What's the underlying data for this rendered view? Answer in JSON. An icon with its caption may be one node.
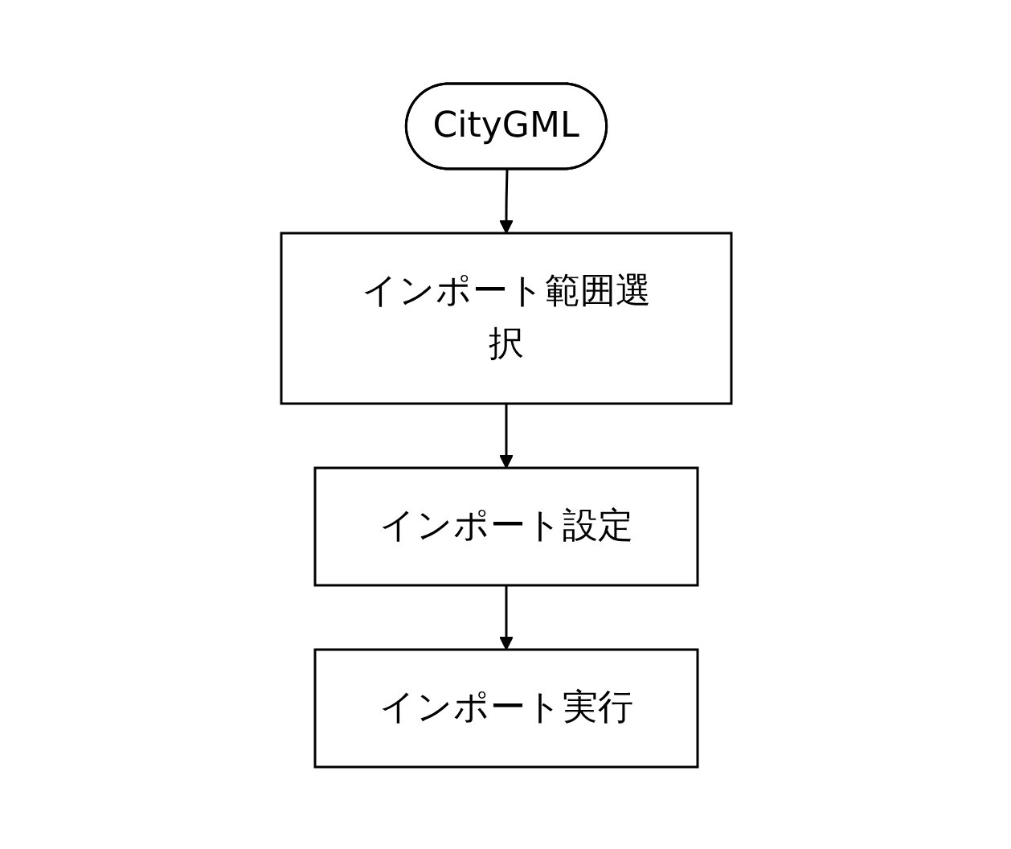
{
  "diagram": {
    "nodes": [
      {
        "text": [
          "CityGML"
        ]
      },
      {
        "text": [
          "インポート範囲選択"
        ]
      },
      {
        "text": [
          "インポート設定"
        ]
      },
      {
        "text": [
          "インポート実行"
        ]
      }
    ],
    "edges": [
      {
        "from": 0,
        "to": 1,
        "arrow": "to"
      },
      {
        "from": 1,
        "to": 2,
        "arrow": "to"
      },
      {
        "from": 2,
        "to": 3,
        "arrow": "to"
      }
    ]
  }
}
